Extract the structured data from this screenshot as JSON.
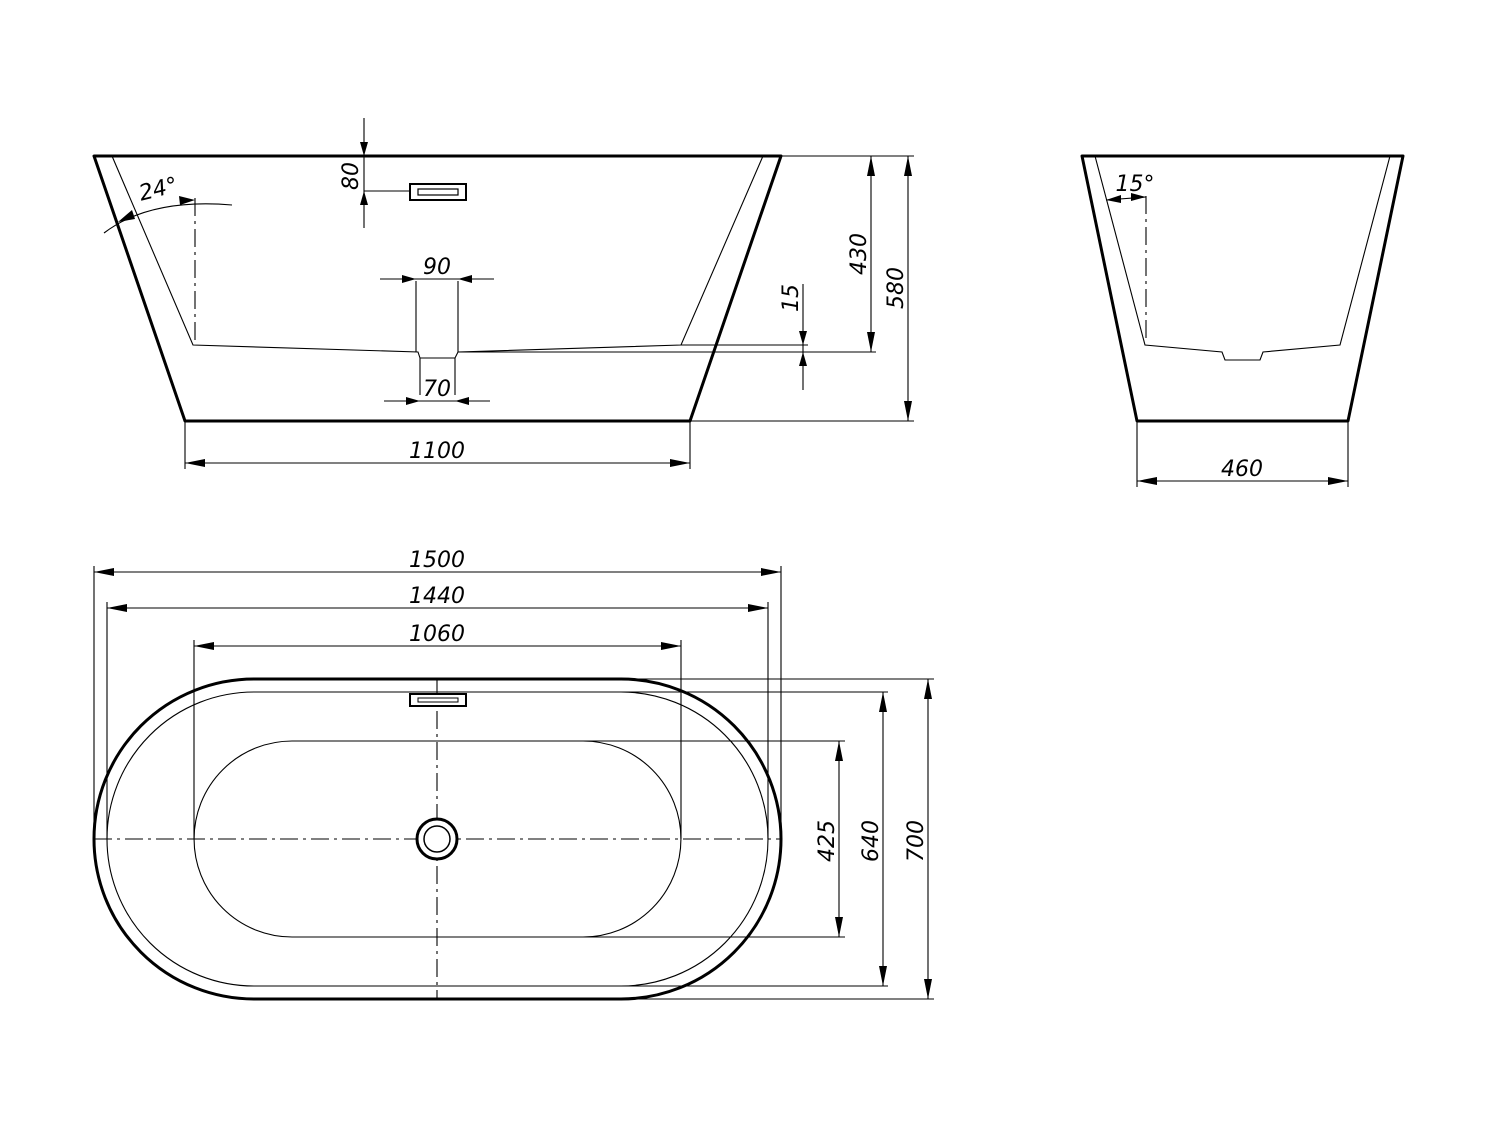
{
  "side_view": {
    "dimensions": {
      "overflow_offset": "80",
      "drain_outer": "90",
      "drain_inner": "70",
      "inner_depth": "430",
      "total_height": "580",
      "floor_step": "15",
      "base_length": "1100",
      "wall_angle": "24°"
    }
  },
  "end_view": {
    "dimensions": {
      "base_width": "460",
      "wall_angle": "15°"
    }
  },
  "top_view": {
    "dimensions": {
      "overall_length": "1500",
      "rim_length": "1440",
      "flat_length": "1060",
      "bottom_width": "425",
      "rim_width": "640",
      "overall_width": "700"
    }
  }
}
